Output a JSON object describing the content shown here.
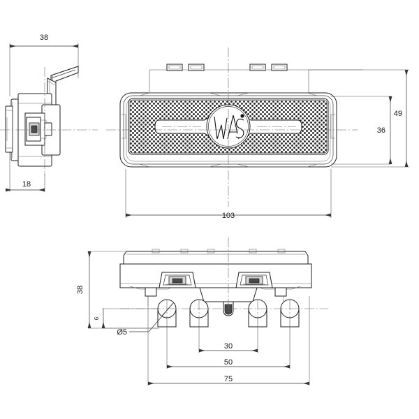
{
  "drawing": {
    "title": "WAS marker lamp technical drawing",
    "background_color": "#ffffff",
    "line_color": "#1d1d1d",
    "text_color": "#1a1a1a",
    "brand_logo_text": "WAS",
    "views": [
      {
        "name": "side-view",
        "label": ""
      },
      {
        "name": "front-view",
        "label": ""
      },
      {
        "name": "bottom-view",
        "label": ""
      }
    ],
    "dimensions": {
      "side_width": "38",
      "side_depth": "18",
      "front_width": "103",
      "front_height_outer": "49",
      "front_height_inner": "36",
      "bottom_height": "38",
      "bottom_pin_height": "6",
      "hole_diameter": "Ø5",
      "pitch_inner": "30",
      "pitch_middle": "50",
      "pitch_outer": "75"
    }
  }
}
